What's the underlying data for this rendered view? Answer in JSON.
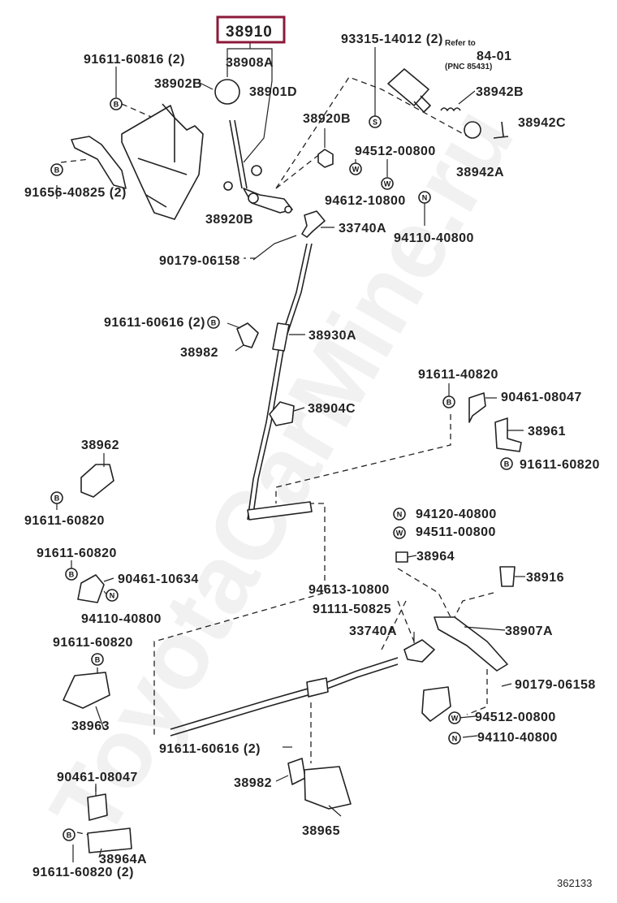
{
  "diagram": {
    "watermark": "ToyotaCarMine.ru",
    "image_number": "362133",
    "highlighted_part": "38910",
    "refer": {
      "line1": "Refer to",
      "line2": "84-01",
      "line3": "(PNC 85431)"
    },
    "labels": {
      "p38910": "38910",
      "p38908A": "38908A",
      "p91611_60816_2": "91611-60816 (2)",
      "p38902B": "38902B",
      "p38901D": "38901D",
      "p93315": "93315-14012 (2)",
      "p38942B": "38942B",
      "p38942C": "38942C",
      "p38920B_top": "38920B",
      "p94512_top": "94512-00800",
      "p38942A": "38942A",
      "p91656": "91656-40825 (2)",
      "p94612": "94612-10800",
      "p38920B_low": "38920B",
      "p33740A_top": "33740A",
      "p94110_top": "94110-40800",
      "p90179_top": "90179-06158",
      "p91611_60616_top": "91611-60616 (2)",
      "p38930A": "38930A",
      "p38982_top": "38982",
      "p91611_40820": "91611-40820",
      "p90461_08047_r": "90461-08047",
      "p38904C": "38904C",
      "p38961": "38961",
      "p91611_60820_r": "91611-60820",
      "p38962": "38962",
      "p91611_60820_a": "91611-60820",
      "p94120": "94120-40800",
      "p94511": "94511-00800",
      "p91611_60820_b": "91611-60820",
      "p38964": "38964",
      "p90461_10634": "90461-10634",
      "p38916": "38916",
      "p94613": "94613-10800",
      "p94110_left": "94110-40800",
      "p91111": "91111-50825",
      "p33740A_low": "33740A",
      "p38907A": "38907A",
      "p91611_60820_c": "91611-60820",
      "p90179_low": "90179-06158",
      "p38963": "38963",
      "p94512_low": "94512-00800",
      "p94110_low": "94110-40800",
      "p91611_60616_low": "91611-60616 (2)",
      "p90461_08047_l": "90461-08047",
      "p38982_low": "38982",
      "p38965": "38965",
      "p38964A": "38964A",
      "p91611_60820_2": "91611-60820 (2)"
    },
    "symbols": {
      "bolt": "B",
      "washer": "W",
      "nut": "N",
      "spring": "S"
    }
  }
}
